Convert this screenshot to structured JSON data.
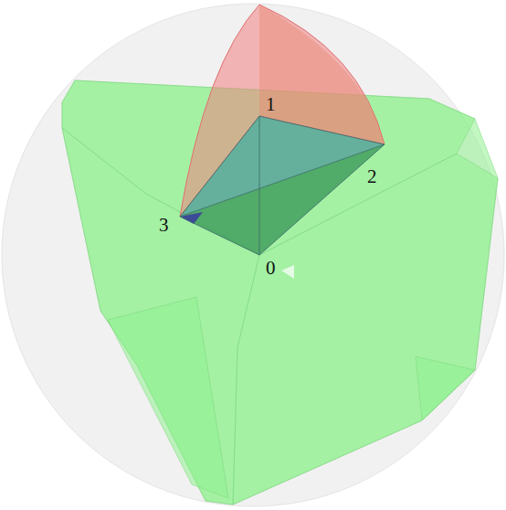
{
  "diagram": {
    "labels": [
      "1",
      "2",
      "3",
      "0"
    ]
  }
}
